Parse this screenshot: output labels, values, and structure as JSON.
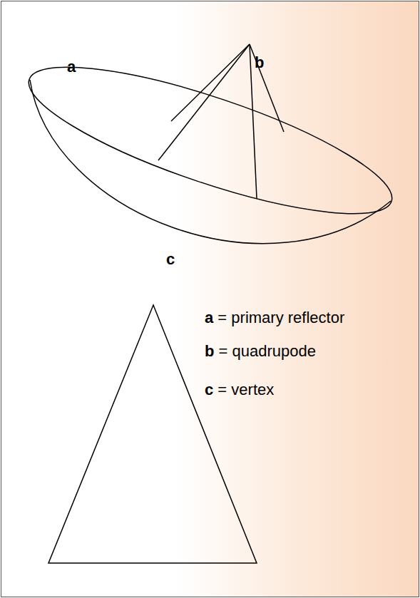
{
  "diagram": {
    "labels": [
      "a",
      "b",
      "c",
      "a = primary reflector",
      "b = quadrupode",
      "c = vertex"
    ]
  }
}
